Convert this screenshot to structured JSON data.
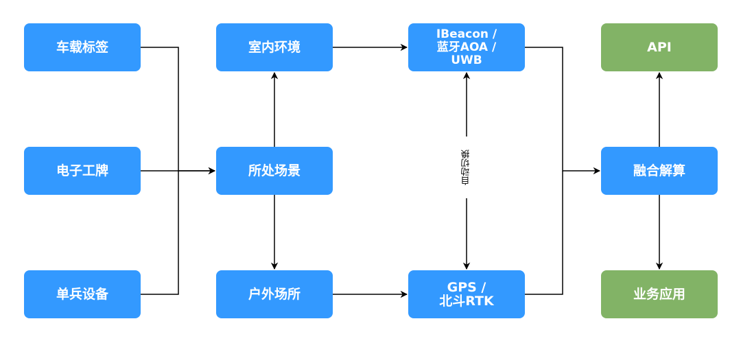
{
  "nodes": {
    "vehicle_tag": "车载标签",
    "electronic_badge": "电子工牌",
    "soldier_device": "单兵设备",
    "indoor": "室内环境",
    "scene": "所处场景",
    "outdoor": "户外场所",
    "ibeacon": "IBeacon /\n蓝牙AOA /\nUWB",
    "gps": "GPS /\n北斗RTK",
    "api": "API",
    "fusion": "融合解算",
    "business": "业务应用"
  },
  "edge_labels": {
    "auto_switch": "自动切换"
  },
  "colors": {
    "blue_node": "#3399ff",
    "green_node": "#82b366",
    "text": "#ffffff",
    "line": "#000000"
  }
}
